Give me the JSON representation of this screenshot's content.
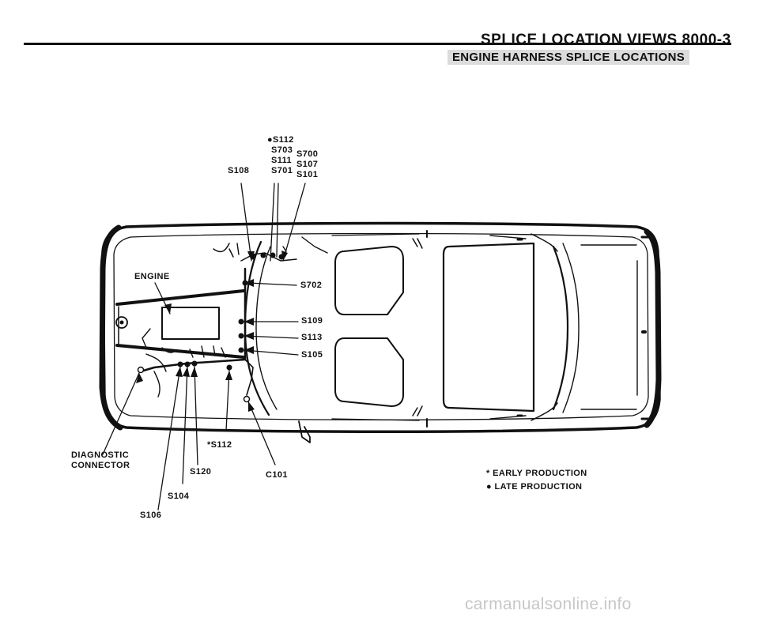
{
  "header": {
    "title": "SPLICE LOCATION VIEWS   8000-3",
    "subtitle": "ENGINE HARNESS SPLICE LOCATIONS"
  },
  "labels": {
    "s112_top": "●S112",
    "s703": "S703",
    "s700": "S700",
    "s111": "S111",
    "s107": "S107",
    "s108": "S108",
    "s701": "S701",
    "s101": "S101",
    "engine": "ENGINE",
    "s702": "S702",
    "s109": "S109",
    "s113": "S113",
    "s105": "S105",
    "s112_early": "*S112",
    "diagnostic": "DIAGNOSTIC",
    "connector": "CONNECTOR",
    "s120": "S120",
    "c101": "C101",
    "s104": "S104",
    "s106": "S106"
  },
  "legend": {
    "early": "* EARLY PRODUCTION",
    "late": "● LATE PRODUCTION"
  },
  "footer": {
    "watermark": "carmanualsonline.info"
  }
}
